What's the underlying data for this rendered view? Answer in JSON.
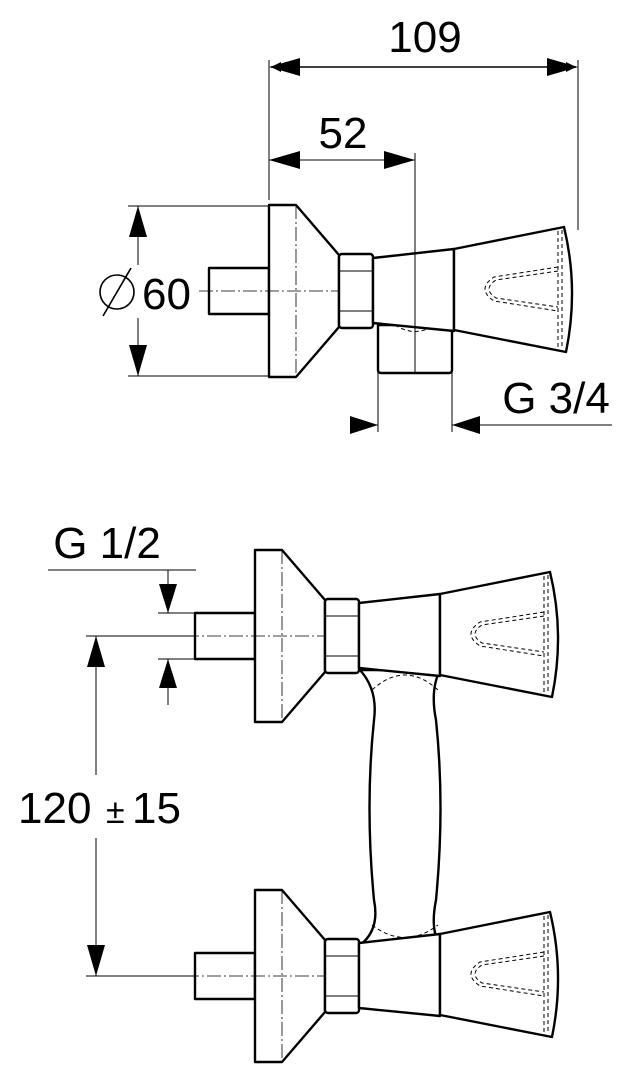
{
  "dimensions": {
    "overall_length": "109",
    "wall_to_body": "52",
    "flange_diameter_symbol": "⌀",
    "flange_diameter": "60",
    "outlet_thread": "G 3/4",
    "inlet_thread": "G 1/2",
    "center_distance": "120",
    "tolerance_symbol": "±",
    "tolerance": "15"
  }
}
